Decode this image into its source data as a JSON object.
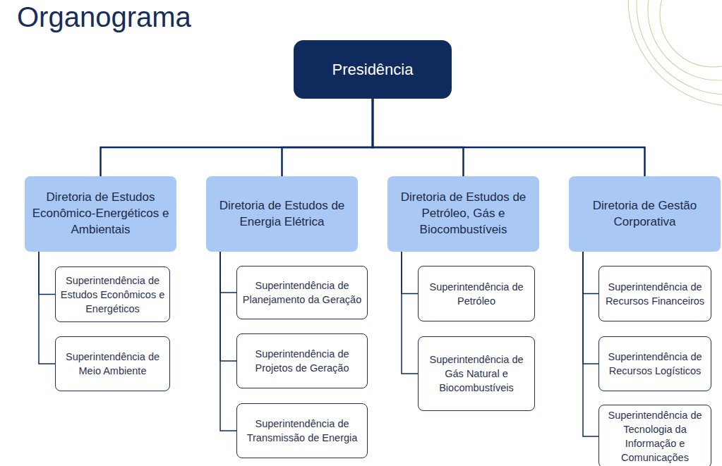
{
  "diagram": {
    "title": "Organograma",
    "nodes": [
      {
        "text": [
          "Presidência"
        ]
      },
      {
        "text": [
          "Diretoria de Estudos Econômico-Energéticos e Ambientais"
        ]
      },
      {
        "text": [
          "Superintendência de Estudos Econômicos e Energéticos"
        ]
      },
      {
        "text": [
          "Superintendência de Meio Ambiente"
        ]
      },
      {
        "text": [
          "Diretoria de Estudos de Energia Elétrica"
        ]
      },
      {
        "text": [
          "Superintendência de Planejamento da Geração"
        ]
      },
      {
        "text": [
          "Superintendência de Projetos de Geração"
        ]
      },
      {
        "text": [
          "Superintendência de Transmissão de Energia"
        ]
      },
      {
        "text": [
          "Diretoria de Estudos de Petróleo, Gás e Biocombustíveis"
        ]
      },
      {
        "text": [
          "Superintendência de Petróleo"
        ]
      },
      {
        "text": [
          "Superintendência de Gás Natural e Biocombustíveis"
        ]
      },
      {
        "text": [
          "Diretoria de Gestão Corporativa"
        ]
      },
      {
        "text": [
          "Superintendência de Recursos Financeiros"
        ]
      },
      {
        "text": [
          "Superintendência de Recursos Logísticos"
        ]
      },
      {
        "text": [
          "Superintendência de Tecnologia da Informação e Comunicações"
        ]
      }
    ],
    "edges": [
      {
        "from": 0,
        "to": 1,
        "arrow": "none"
      },
      {
        "from": 0,
        "to": 4,
        "arrow": "none"
      },
      {
        "from": 0,
        "to": 8,
        "arrow": "none"
      },
      {
        "from": 0,
        "to": 11,
        "arrow": "none"
      },
      {
        "from": 1,
        "to": 2,
        "arrow": "none"
      },
      {
        "from": 1,
        "to": 3,
        "arrow": "none"
      },
      {
        "from": 4,
        "to": 5,
        "arrow": "none"
      },
      {
        "from": 4,
        "to": 6,
        "arrow": "none"
      },
      {
        "from": 4,
        "to": 7,
        "arrow": "none"
      },
      {
        "from": 8,
        "to": 9,
        "arrow": "none"
      },
      {
        "from": 8,
        "to": 10,
        "arrow": "none"
      },
      {
        "from": 11,
        "to": 12,
        "arrow": "none"
      },
      {
        "from": 11,
        "to": 13,
        "arrow": "none"
      },
      {
        "from": 11,
        "to": 14,
        "arrow": "none"
      }
    ]
  }
}
